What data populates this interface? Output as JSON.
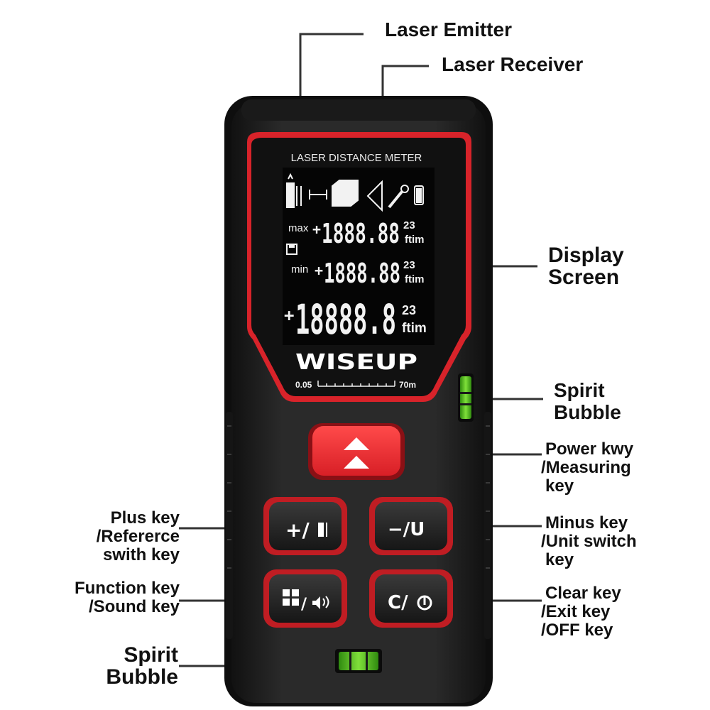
{
  "device": {
    "screen_title": "LASER DISTANCE METER",
    "brand": "WISEUP",
    "range_min": "0.05",
    "range_max": "70m",
    "display": {
      "max_prefix": "max",
      "min_prefix": "min",
      "plus_sign": "+",
      "digits_small": "1888.88",
      "digits_large": "18888.8",
      "superscript": "23",
      "unit": "ftim"
    },
    "keys": {
      "plus": "+/",
      "minus": "−/U",
      "function": "/",
      "clear": "C/"
    }
  },
  "labels": {
    "laser_emitter": "Laser Emitter",
    "laser_receiver": "Laser Receiver",
    "display_screen": [
      "Display",
      "Screen"
    ],
    "spirit_bubble_side": [
      "Spirit",
      "Bubble"
    ],
    "power_key": [
      "Power kwy",
      "/Measuring",
      "key"
    ],
    "plus_key": [
      "Plus key",
      "/Refererce",
      "swith key"
    ],
    "minus_key": [
      "Minus key",
      "/Unit switch",
      "key"
    ],
    "function_key": [
      "Function key",
      "/Sound key"
    ],
    "clear_key": [
      "Clear key",
      "/Exit key",
      "/OFF key"
    ],
    "spirit_bubble_bottom": [
      "Spirit",
      "Bubble"
    ]
  },
  "colors": {
    "body": "#1e1e1e",
    "red_accent": "#d8232a",
    "screen": "#050505",
    "lcd_text": "#f2f2f2",
    "bubble": "#56c41c"
  }
}
